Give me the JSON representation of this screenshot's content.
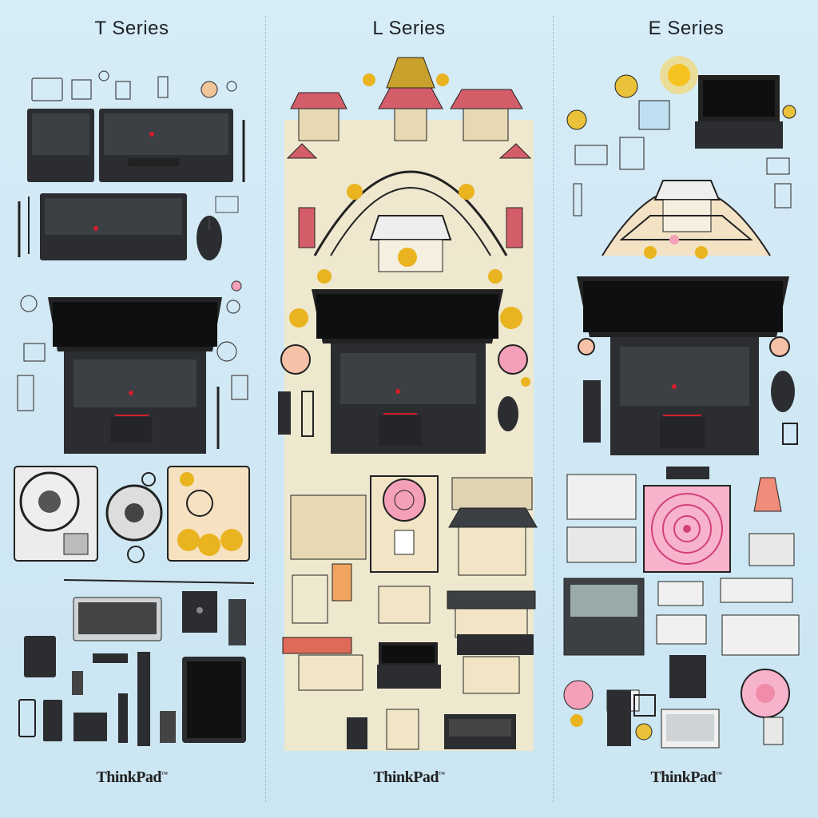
{
  "columns": [
    {
      "title": "T Series",
      "brand": "ThinkPad"
    },
    {
      "title": "L Series",
      "brand": "ThinkPad"
    },
    {
      "title": "E Series",
      "brand": "ThinkPad"
    }
  ],
  "colors": {
    "background": "#cfe7f3",
    "laptop_body": "#2b2d30",
    "screen": "#0e0f11",
    "trackpoint": "#d21f2b",
    "accent_gold": "#e9b420",
    "accent_pink": "#f4a0b8",
    "l_series_backdrop": "#f3e7c8"
  },
  "icons": [
    "laptop-icon",
    "mouse-icon",
    "keyboard-icon",
    "hard-drive-icon",
    "tablet-icon",
    "temple-illustration",
    "flower-decoration",
    "speaker-icon"
  ]
}
